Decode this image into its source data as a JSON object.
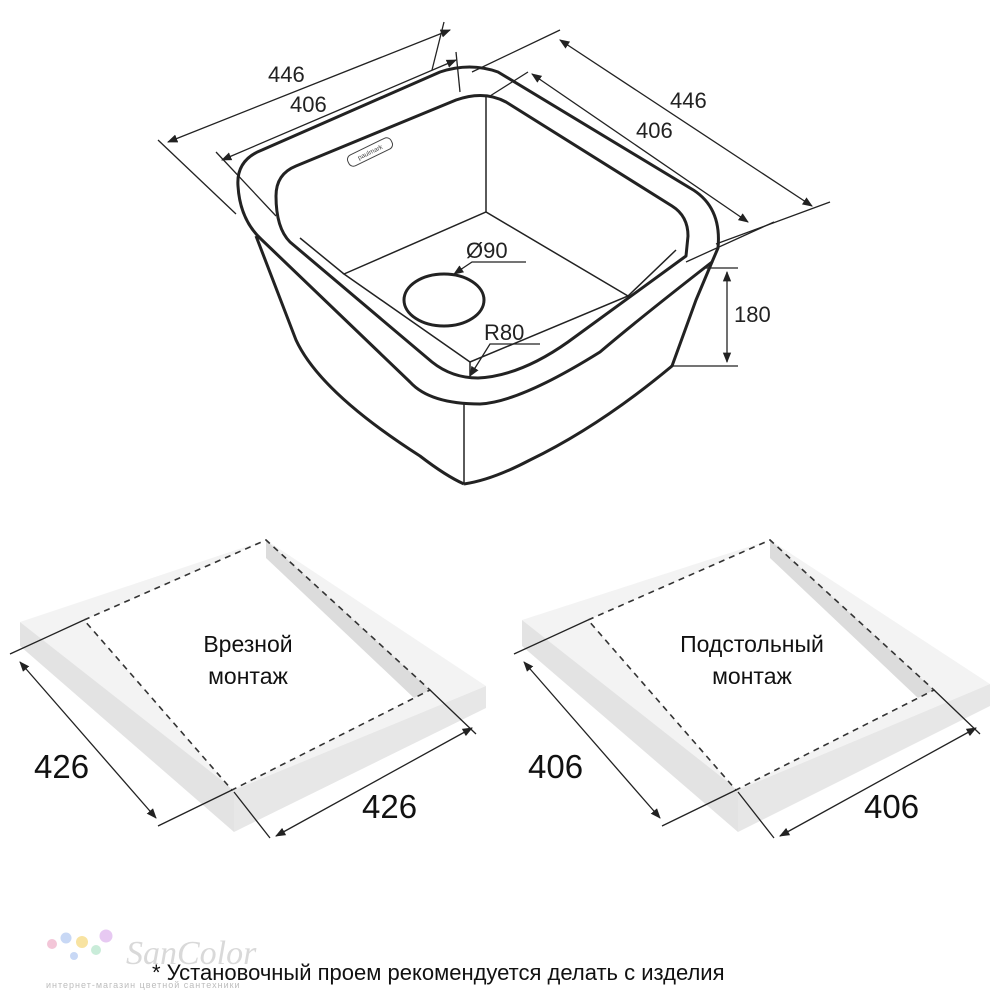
{
  "sink": {
    "brand": "paulmark",
    "width_outer": "446",
    "width_inner": "406",
    "depth_outer": "446",
    "depth_inner": "406",
    "drain": "Ø90",
    "radius": "R80",
    "height": "180"
  },
  "mounts": [
    {
      "label_line1": "Врезной",
      "label_line2": "монтаж",
      "dim_left": "426",
      "dim_right": "426"
    },
    {
      "label_line1": "Подстольный",
      "label_line2": "монтаж",
      "dim_left": "406",
      "dim_right": "406"
    }
  ],
  "footnote": "* Установочный проем рекомендуется делать с изделия",
  "watermark": {
    "name": "SanColor",
    "tagline": "интернет-магазин цветной сантехники",
    "dot_colors": [
      "#f3c6d8",
      "#c8d8f5",
      "#f8e3a1",
      "#c9ecd9",
      "#e7c9f2"
    ]
  }
}
